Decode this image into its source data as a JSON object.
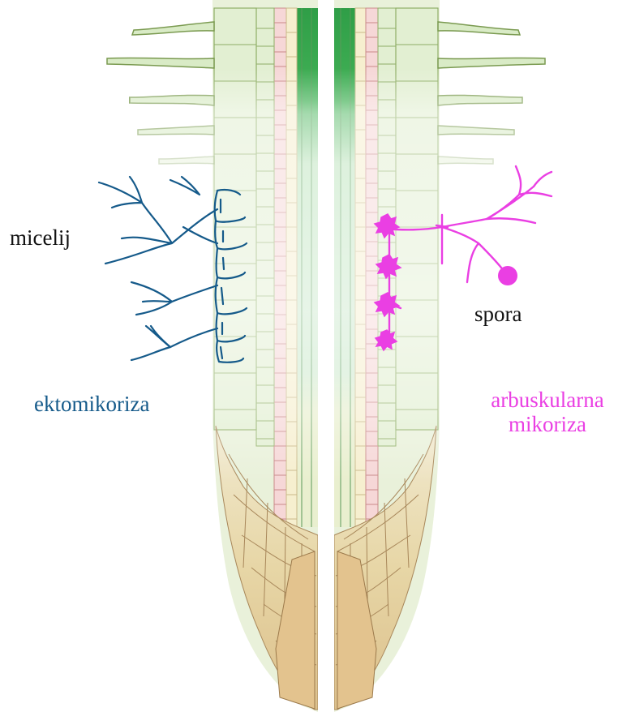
{
  "labels": {
    "micelij": "micelij",
    "spora": "spora",
    "ektomikoriza": "ektomikoriza",
    "arbuskularna_line1": "arbuskularna",
    "arbuskularna_line2": "mikoriza"
  },
  "colors": {
    "ectomycorrhiza": "#155a8a",
    "arbuscular": "#ea3fe3",
    "cell_green": "#deedcd",
    "cell_outline": "#7a9a50",
    "xylem_green": "#33a84a",
    "pericycle_pink": "#f3c9c9",
    "endodermis_cream": "#f5eccb",
    "root_cap": "#e8c894",
    "meristem": "#ece6b8"
  },
  "icons": {
    "spore": "spore-circle"
  }
}
